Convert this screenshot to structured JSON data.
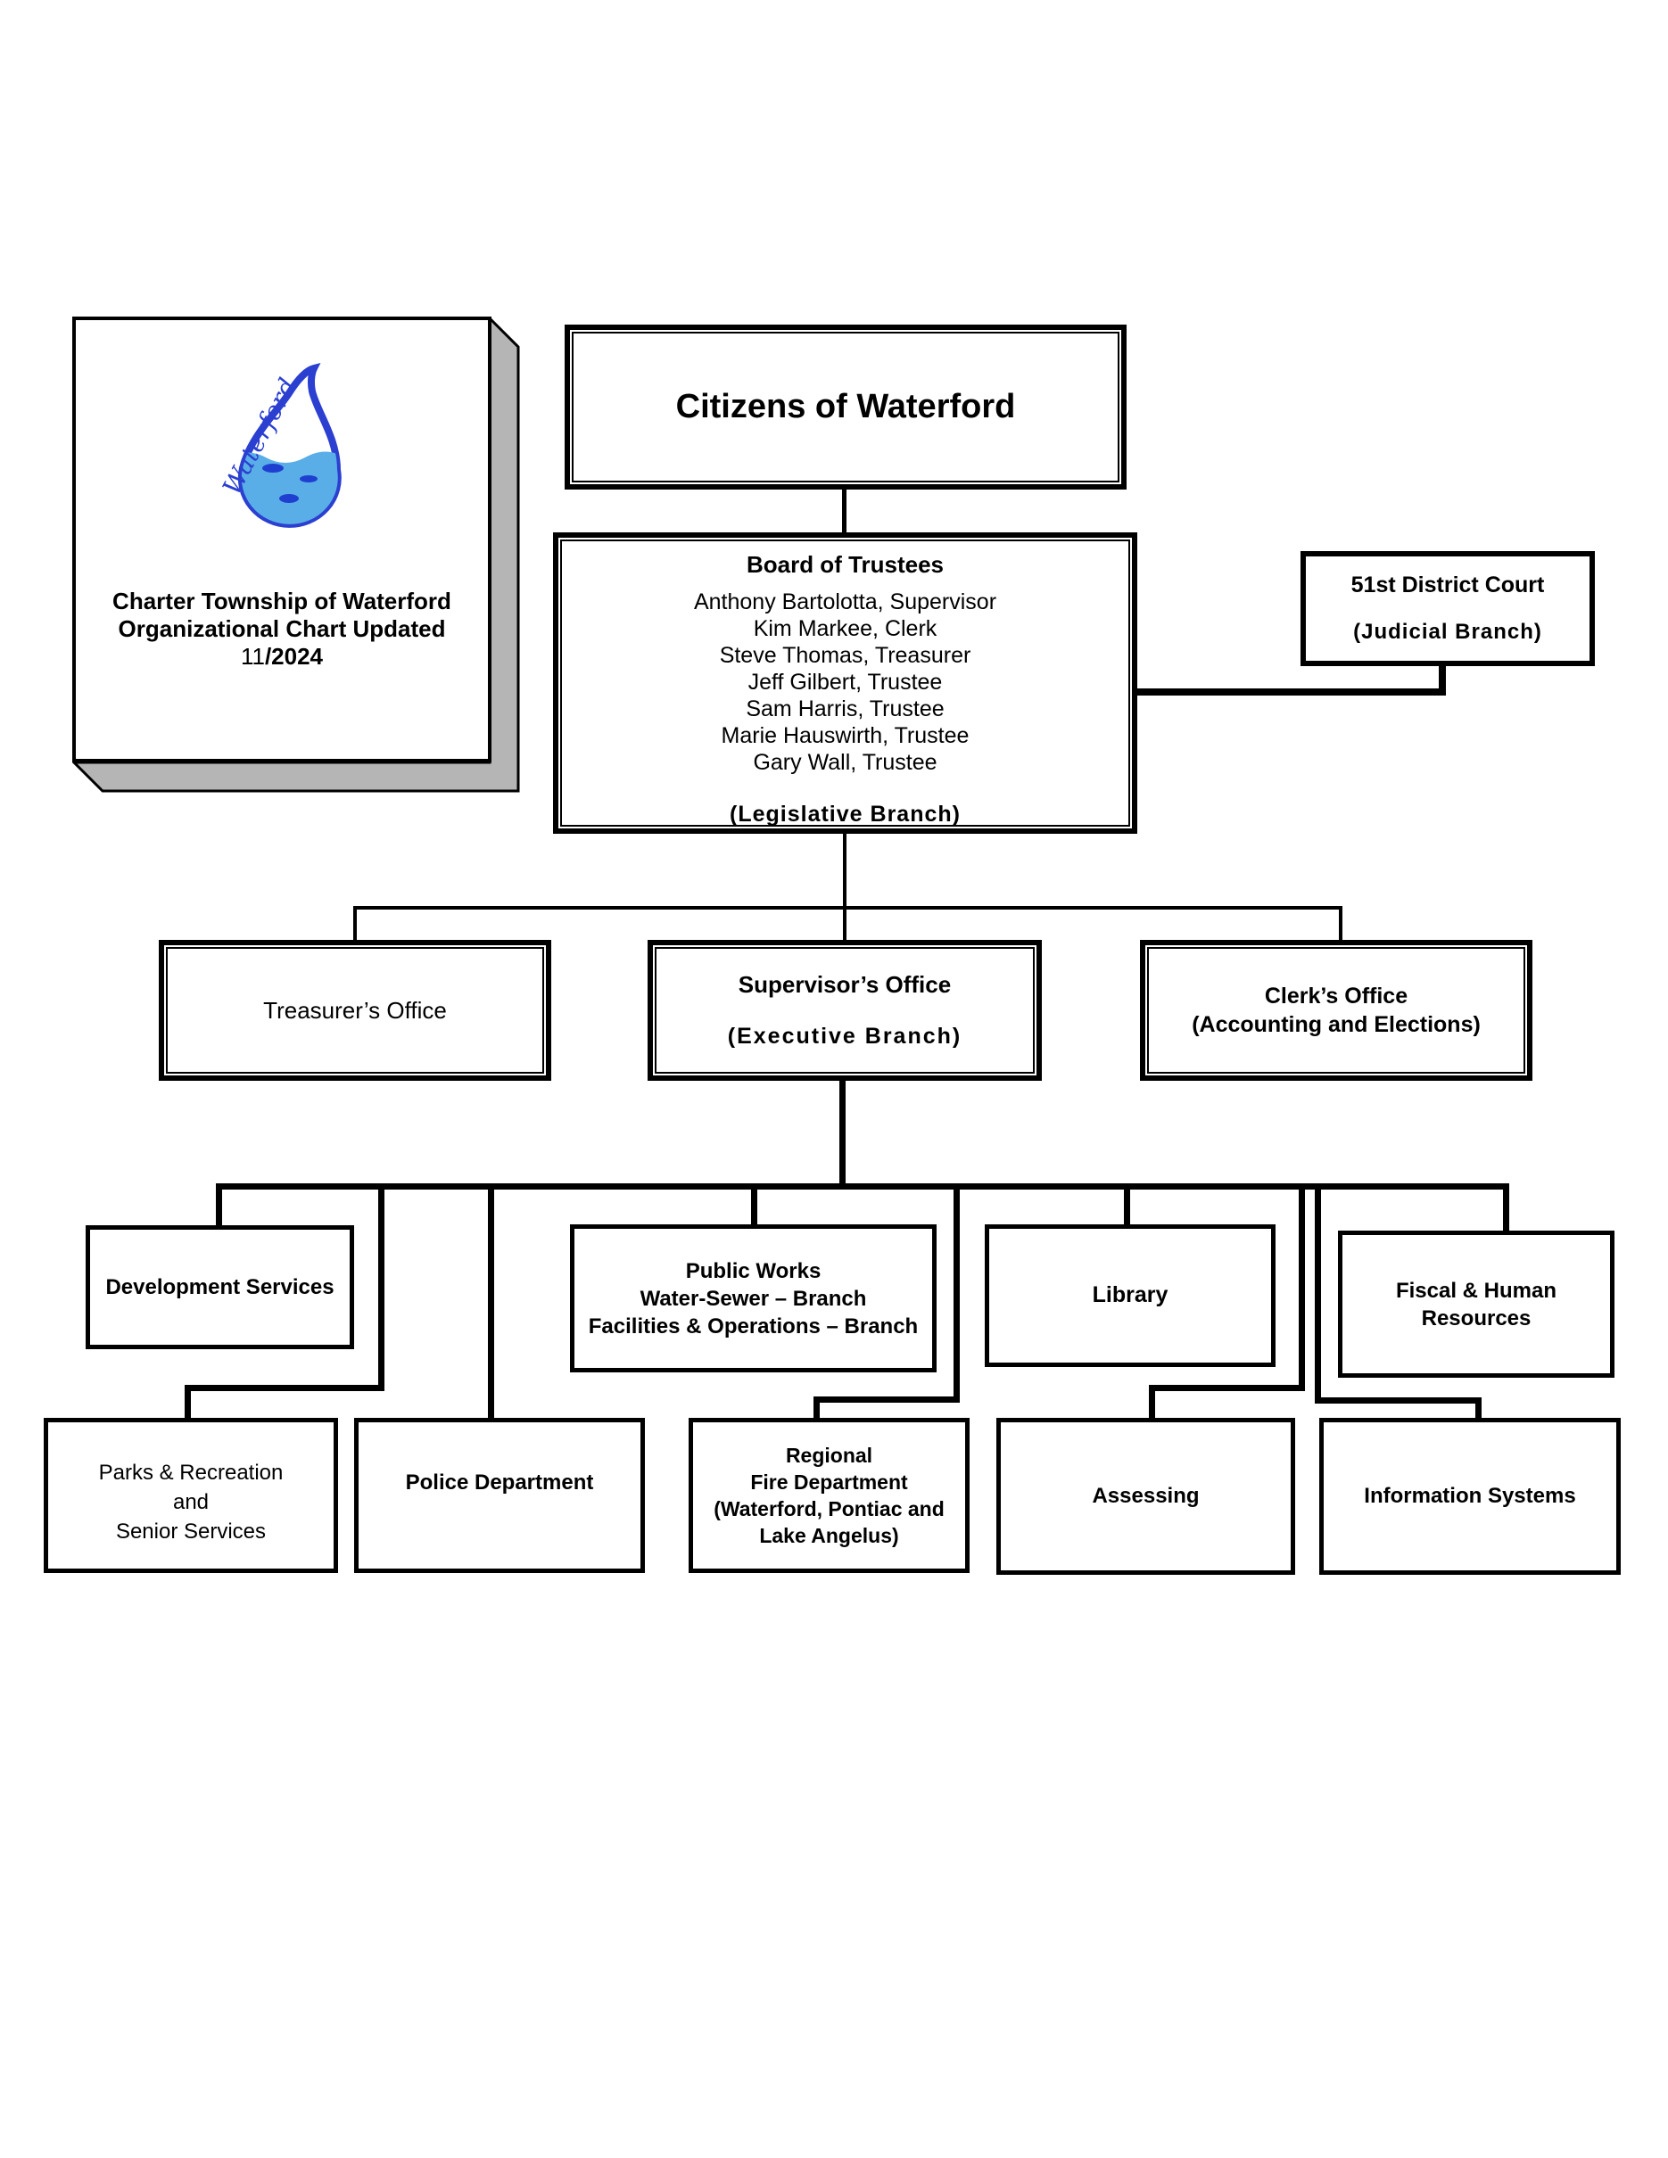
{
  "title_box": {
    "logo_text": "Waterford",
    "line1": "Charter Township of Waterford",
    "line2": "Organizational Chart Updated",
    "date_normal": "11",
    "date_bold": "/2024"
  },
  "nodes": {
    "citizens": {
      "label": "Citizens of Waterford"
    },
    "board": {
      "title": "Board of Trustees",
      "members": [
        "Anthony Bartolotta, Supervisor",
        "Kim Markee, Clerk",
        "Steve Thomas, Treasurer",
        "Jeff Gilbert, Trustee",
        "Sam Harris, Trustee",
        "Marie Hauswirth, Trustee",
        "Gary Wall, Trustee"
      ],
      "branch": "(Legislative Branch)"
    },
    "court": {
      "title": "51st District Court",
      "branch": "(Judicial Branch)"
    },
    "treasurer": {
      "label": "Treasurer’s Office"
    },
    "supervisor": {
      "title": "Supervisor’s Office",
      "branch": "(Executive Branch)"
    },
    "clerk": {
      "line1": "Clerk’s Office",
      "line2": "(Accounting and Elections)"
    },
    "development": {
      "label": "Development Services"
    },
    "public_works": {
      "line1": "Public Works",
      "line2": "Water-Sewer – Branch",
      "line3": "Facilities & Operations – Branch"
    },
    "library": {
      "label": "Library"
    },
    "fiscal": {
      "line1": "Fiscal & Human",
      "line2": "Resources"
    },
    "parks": {
      "line1": "Parks & Recreation",
      "line2": "and",
      "line3": "Senior Services"
    },
    "police": {
      "label": "Police Department"
    },
    "fire": {
      "line1": "Regional",
      "line2": "Fire Department",
      "line3": "(Waterford, Pontiac and",
      "line4": "Lake Angelus)"
    },
    "assessing": {
      "label": "Assessing"
    },
    "info_systems": {
      "label": "Information Systems"
    }
  },
  "colors": {
    "line": "#000000",
    "box_shadow_gray": "#b5b5b5",
    "logo_outline_blue": "#2b3fd0",
    "logo_water_blue": "#59aee8"
  }
}
